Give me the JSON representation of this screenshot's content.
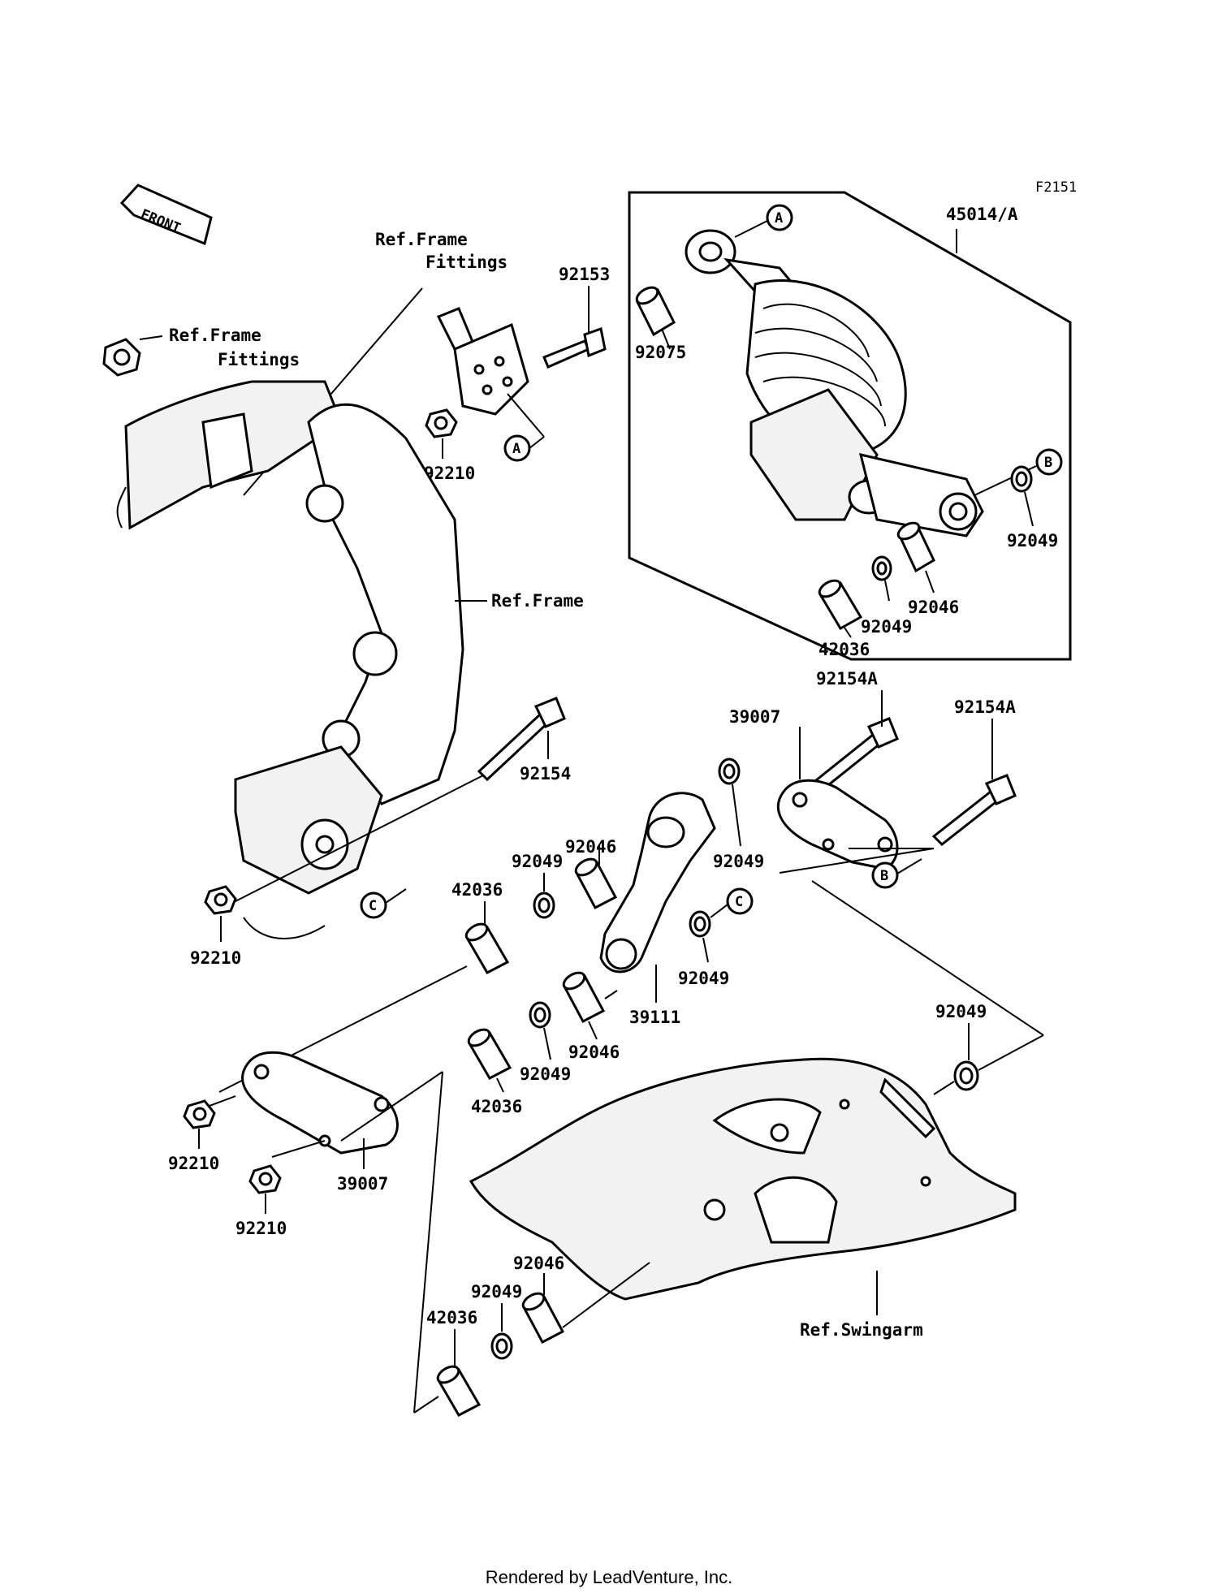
{
  "figure_code": "F2151",
  "front_label": "FRONT",
  "assembly_label": "45014/A",
  "ref_labels": {
    "frame_fittings_top": [
      "Ref.Frame",
      "Fittings"
    ],
    "frame_fittings_left": [
      "Ref.Frame",
      "Fittings"
    ],
    "frame": "Ref.Frame",
    "swingarm": "Ref.Swingarm"
  },
  "parts": {
    "p92153": "92153",
    "p92210_top": "92210",
    "p92075": "92075",
    "p92049_shock_right": "92049",
    "p92046_shock": "92046",
    "p92049_shock_lower": "92049",
    "p42036_shock": "42036",
    "p92154": "92154",
    "p92154A_left": "92154A",
    "p92154A_right": "92154A",
    "p39007_top": "39007",
    "p92046_mid": "92046",
    "p92049_mid_left": "92049",
    "p42036_mid": "42036",
    "p92049_mid_right": "92049",
    "p92049_link_c": "92049",
    "p39111": "39111",
    "p92046_lower": "92046",
    "p92049_lower": "92049",
    "p42036_lower": "42036",
    "p92210_left": "92210",
    "p92210_bottom_a": "92210",
    "p92210_bottom_b": "92210",
    "p39007_bottom": "39007",
    "p92049_swingarm": "92049",
    "p92046_bottom": "92046",
    "p92049_bottom": "92049",
    "p42036_bottom": "42036"
  },
  "callouts": {
    "a_shock": "A",
    "a_fitting": "A",
    "b_shock": "B",
    "b_link": "B",
    "c_link": "C",
    "c_frame": "C"
  },
  "footer_text": "Rendered by LeadVenture, Inc."
}
